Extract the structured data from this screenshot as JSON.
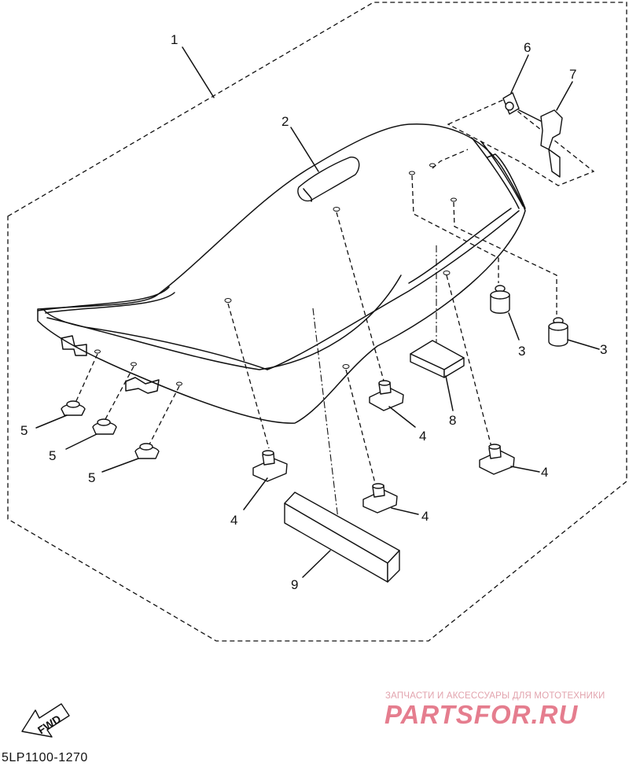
{
  "callouts": {
    "c1": "1",
    "c2": "2",
    "c3a": "3",
    "c3b": "3",
    "c4a": "4",
    "c4b": "4",
    "c4c": "4",
    "c4d": "4",
    "c5a": "5",
    "c5b": "5",
    "c5c": "5",
    "c6": "6",
    "c7": "7",
    "c8": "8",
    "c9": "9"
  },
  "fwd_label": "FWD",
  "diagram_code": "5LP1100-1270",
  "watermark": {
    "tagline": "ЗАПЧАСТИ И АКСЕССУАРЫ ДЛЯ МОТОТЕХНИКИ",
    "brand": "PARTSFOR.RU"
  }
}
